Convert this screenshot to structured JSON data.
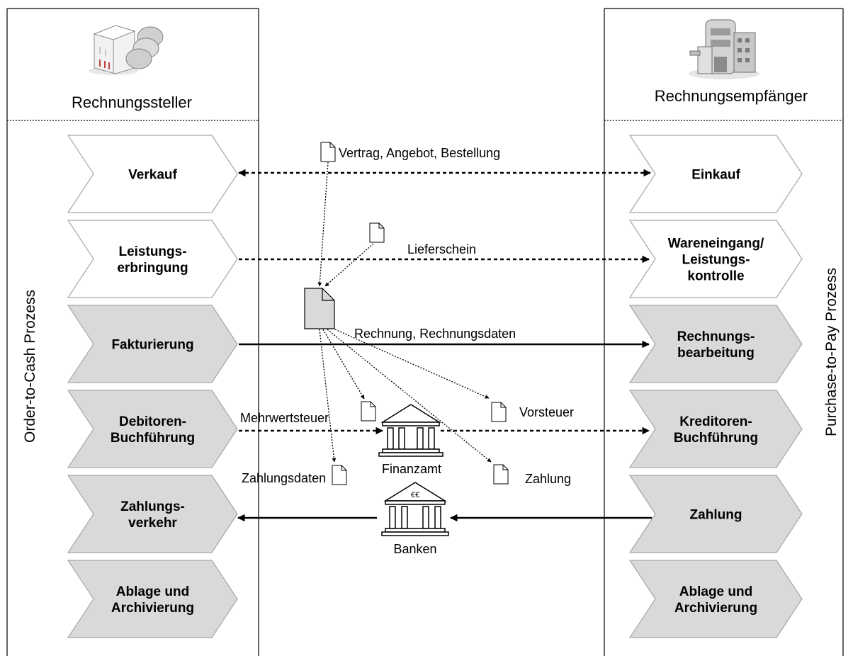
{
  "left": {
    "title": "Rechnungssteller",
    "process_label": "Order-to-Cash Prozess",
    "steps": [
      {
        "lines": [
          "Verkauf"
        ],
        "shade": "white"
      },
      {
        "lines": [
          "Leistungs-",
          "erbringung"
        ],
        "shade": "white"
      },
      {
        "lines": [
          "Fakturierung"
        ],
        "shade": "gray"
      },
      {
        "lines": [
          "Debitoren-",
          "Buchführung"
        ],
        "shade": "gray"
      },
      {
        "lines": [
          "Zahlungs-",
          "verkehr"
        ],
        "shade": "gray"
      },
      {
        "lines": [
          "Ablage und",
          "Archivierung"
        ],
        "shade": "gray"
      }
    ]
  },
  "right": {
    "title": "Rechnungsempfänger",
    "process_label": "Purchase-to-Pay Prozess",
    "steps": [
      {
        "lines": [
          "Einkauf"
        ],
        "shade": "white"
      },
      {
        "lines": [
          "Wareneingang/",
          "Leistungs-",
          "kontrolle"
        ],
        "shade": "white"
      },
      {
        "lines": [
          "Rechnungs-",
          "bearbeitung"
        ],
        "shade": "gray"
      },
      {
        "lines": [
          "Kreditoren-",
          "Buchführung"
        ],
        "shade": "gray"
      },
      {
        "lines": [
          "Zahlung"
        ],
        "shade": "gray"
      },
      {
        "lines": [
          "Ablage und",
          "Archivierung"
        ],
        "shade": "gray"
      }
    ]
  },
  "flows": {
    "contract": "Vertrag, Angebot, Bestellung",
    "delivery": "Lieferschein",
    "invoice": "Rechnung, Rechnungsdaten",
    "vat": "Mehrwertsteuer",
    "input_tax": "Vorsteuer",
    "payment_data": "Zahlungsdaten",
    "payment": "Zahlung"
  },
  "institutions": {
    "tax_office": "Finanzamt",
    "banks": "Banken",
    "bank_symbol": "€€"
  },
  "colors": {
    "gray_fill": "#d9d9d9",
    "white_fill": "#ffffff",
    "outline": "#a6a6a6",
    "line": "#000000"
  }
}
